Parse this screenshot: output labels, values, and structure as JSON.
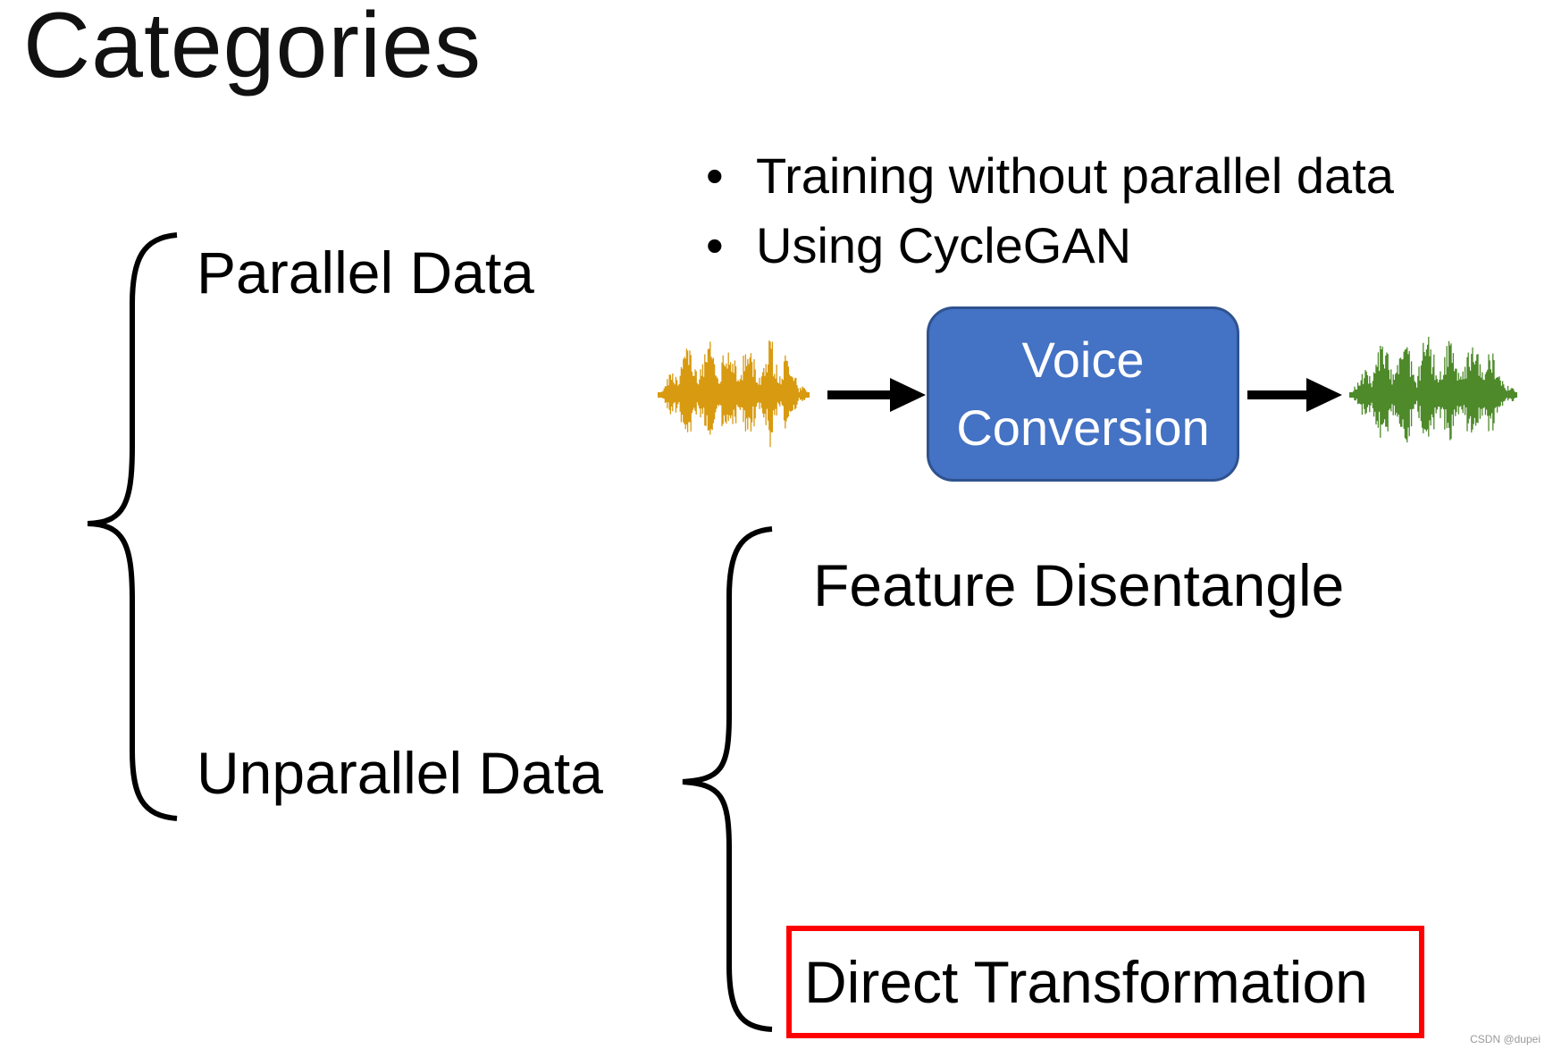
{
  "title": "Categories",
  "categories": {
    "parallel": "Parallel Data",
    "unparallel": "Unparallel Data"
  },
  "subcategories": {
    "feature": "Feature Disentangle",
    "direct": "Direct Transformation"
  },
  "bullets": [
    "Training without parallel data",
    "Using CycleGAN"
  ],
  "bullet_char": "•",
  "box": {
    "line1": "Voice",
    "line2": "Conversion"
  },
  "colors": {
    "box_fill": "#4472c4",
    "box_border": "#2f528f",
    "input_wave": "#d89a10",
    "output_wave": "#4e8a2a",
    "highlight": "#ff0000"
  },
  "watermark": "CSDN @dupei"
}
